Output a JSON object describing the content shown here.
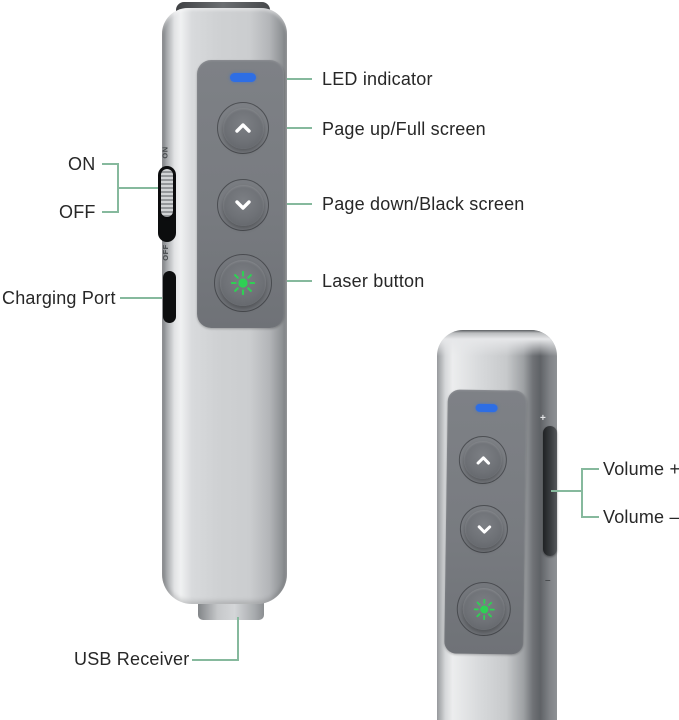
{
  "title": "Wireless presenter remote parts diagram",
  "colors": {
    "leader_line": "#86b99d",
    "led": "#2e6ee4",
    "laser": "#2fd054",
    "label_text": "#272727"
  },
  "front_view": {
    "callouts": {
      "led": "LED indicator",
      "page_up": "Page up/Full screen",
      "page_down": "Page down/Black screen",
      "laser": "Laser button",
      "switch_on": "ON",
      "switch_off": "OFF",
      "charging_port": "Charging Port",
      "usb_receiver": "USB Receiver"
    },
    "engravings": {
      "on": "ON",
      "off": "OFF"
    }
  },
  "side_view": {
    "callouts": {
      "volume_up": "Volume +",
      "volume_down": "Volume –"
    },
    "engravings": {
      "plus": "+",
      "minus": "–"
    }
  }
}
